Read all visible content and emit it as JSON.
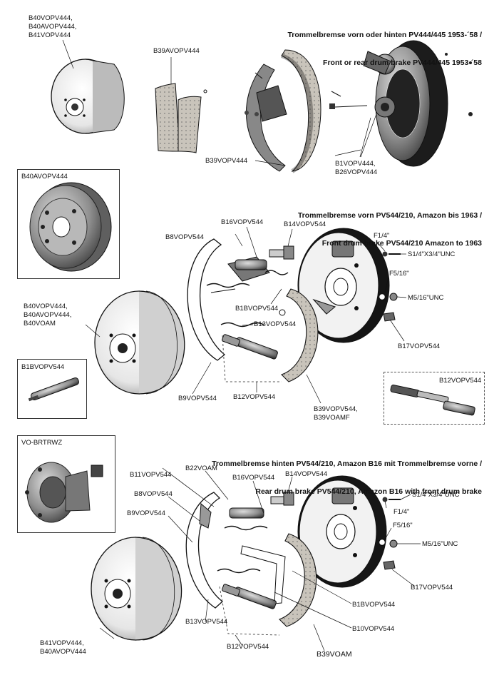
{
  "sections": {
    "s1": {
      "title_de": "Trommelbremse vorn oder hinten PV444/445 1953-´58 /",
      "title_en": "Front or rear drum brake PV444/445 1953-´58"
    },
    "s2": {
      "title_de": "Trommelbremse vorn PV544/210, Amazon bis 1963 /",
      "title_en": "Front drum brake PV544/210 Amazon to 1963"
    },
    "s3": {
      "title_de": "Trommelbremse hinten PV544/210, Amazon B16 mit Trommelbremse vorne /",
      "title_en": "Rear drum brake PV544/210, Amazon B16 with front drum brake"
    }
  },
  "labels": {
    "top_drum": "B40VOPV444,\nB40AVOPV444,\nB41VOPV444",
    "lining": "B39AVOPV444",
    "shoes_s1": "B39VOPV444",
    "backplate_s1": "B1VOPV444,\nB26VOPV444",
    "inset_drum": "B40AVOPV444",
    "b16_s2": "B16VOPV544",
    "b14_s2": "B14VOPV544",
    "b8_s2": "B8VOPV544",
    "f14_s2": "F1/4\"",
    "s14_s2": "S1/4\"X3/4\"UNC",
    "f516_s2": "F5/16\"",
    "m516_s2": "M5/16\"UNC",
    "drum_s2": "B40VOPV444,\nB40AVOPV444,\nB40VOAM",
    "b1b_s2": "B1BVOPV544",
    "b13_s2": "B13VOPV544",
    "b17_s2": "B17VOPV544",
    "inset_b1b": "B1BVOPV544",
    "inset_b12": "B12VOPV544",
    "b9_s2": "B9VOPV544",
    "b12_s2": "B12VOPV544",
    "shoes_s2": "B39VOPV544,\nB39VOAMF",
    "inset_hub": "VO-BRTRWZ",
    "b22": "B22VOAM",
    "b11": "B11VOPV544",
    "b16_s3": "B16VOPV544",
    "b14_s3": "B14VOPV544",
    "b8_s3": "B8VOPV544",
    "b9_s3": "B9VOPV544",
    "s14_s3": "S1/4\"X3/4\"UNC",
    "f14_s3": "F1/4\"",
    "f516_s3": "F5/16\"",
    "m516_s3": "M5/16\"UNC",
    "b17_s3": "B17VOPV544",
    "b1b_s3": "B1BVOPV544",
    "b10": "B10VOPV544",
    "b13_s3": "B13VOPV544",
    "b12_s3": "B12VOPV544",
    "drum_s3": "B41VOPV444,\nB40AVOPV444",
    "b39_s3": "B39VOAM"
  },
  "colors": {
    "ink": "#111111",
    "shade": "#8a8a8a",
    "dark": "#3a3a3a",
    "lining": "#b5b0a8",
    "paper": "#ffffff"
  }
}
